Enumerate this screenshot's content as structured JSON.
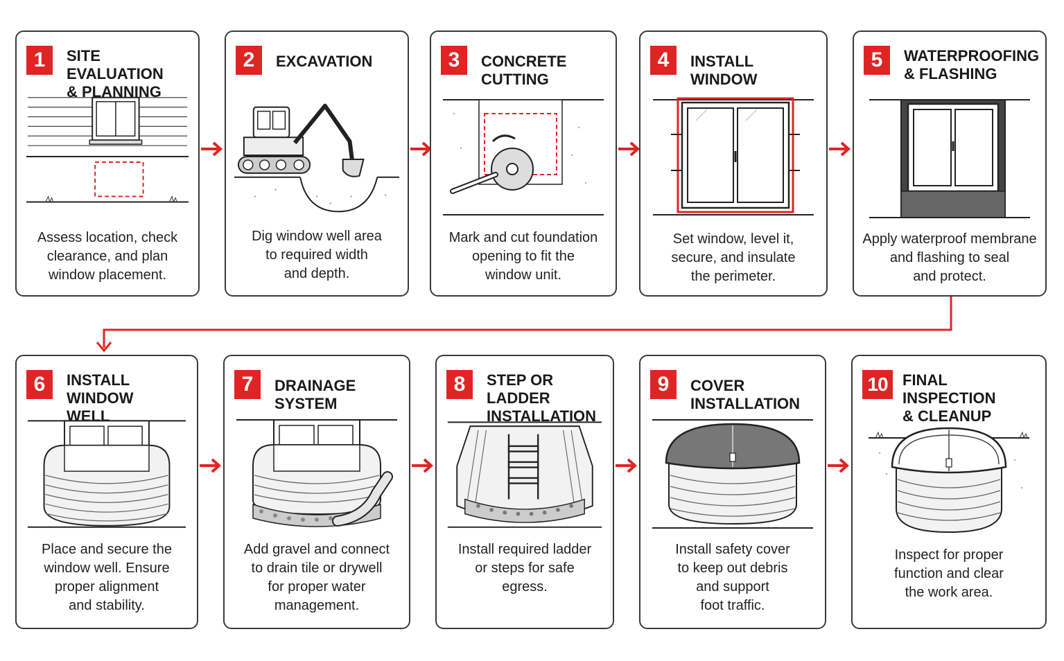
{
  "accent_color": "#e02424",
  "steps": [
    {
      "num": "1",
      "title": [
        "Site Evaluation",
        "& Planning"
      ],
      "desc": [
        "Assess location, check",
        "clearance, and plan",
        "window placement."
      ]
    },
    {
      "num": "2",
      "title": [
        "Excavation"
      ],
      "desc": [
        "Dig window well area",
        "to required width",
        "and depth."
      ]
    },
    {
      "num": "3",
      "title": [
        "Concrete Cutting"
      ],
      "desc": [
        "Mark and cut foundation",
        "opening to fit the",
        "window unit."
      ]
    },
    {
      "num": "4",
      "title": [
        "Install Window"
      ],
      "desc": [
        "Set window, level it,",
        "secure, and insulate",
        "the perimeter."
      ]
    },
    {
      "num": "5",
      "title": [
        "Waterproofing",
        "& Flashing"
      ],
      "desc": [
        "Apply waterproof membrane",
        "and flashing to seal",
        "and protect."
      ]
    },
    {
      "num": "6",
      "title": [
        "Install Window",
        "Well"
      ],
      "desc": [
        "Place and secure the",
        "window well. Ensure",
        "proper alignment",
        "and stability."
      ]
    },
    {
      "num": "7",
      "title": [
        "Drainage System"
      ],
      "desc": [
        "Add gravel and connect",
        "to drain tile or drywell",
        "for proper water",
        "management."
      ]
    },
    {
      "num": "8",
      "title": [
        "Step or Ladder",
        "Installation"
      ],
      "desc": [
        "Install required ladder",
        "or steps for safe",
        "egress."
      ]
    },
    {
      "num": "9",
      "title": [
        "Cover Installation"
      ],
      "desc": [
        "Install safety cover",
        "to keep out debris",
        "and support",
        "foot traffic."
      ]
    },
    {
      "num": "10",
      "title": [
        "Final Inspection",
        "& Cleanup"
      ],
      "desc": [
        "Inspect for proper",
        "function and clear",
        "the work area."
      ]
    }
  ]
}
